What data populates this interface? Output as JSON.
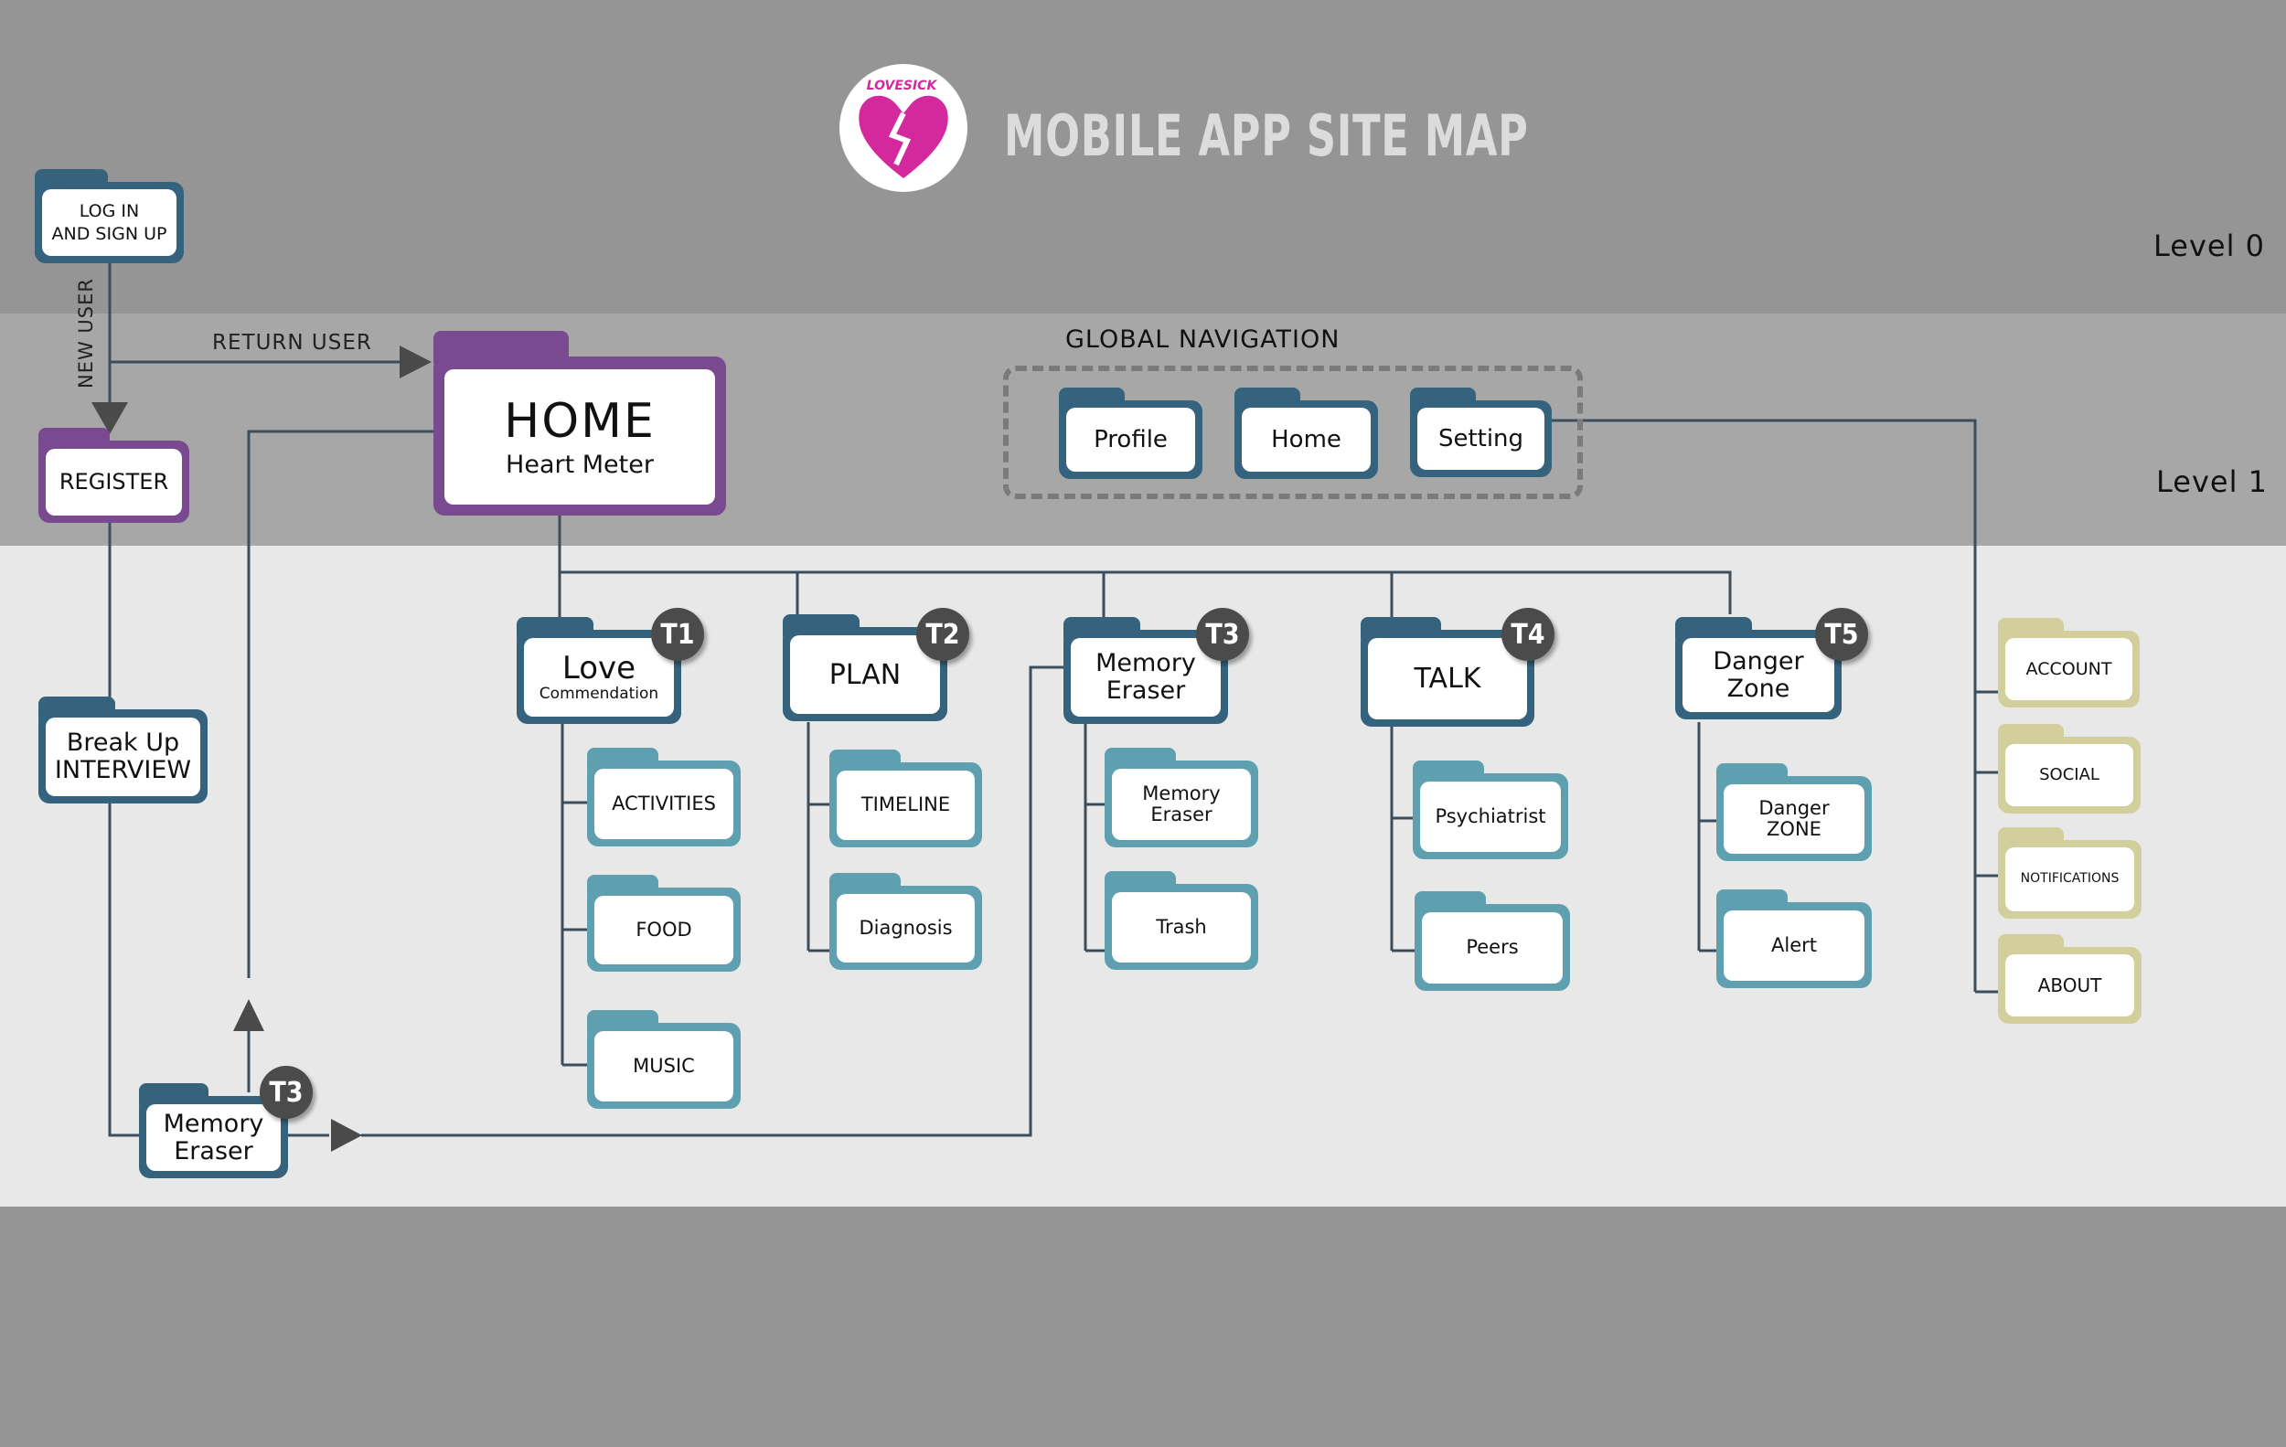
{
  "header": {
    "title": "MOBILE APP SITE MAP",
    "logo_text": "LOVESICK",
    "brand_color": "#d4299c"
  },
  "levels": {
    "level0": "Level 0",
    "level1": "Level 1"
  },
  "flow": {
    "login_l1": "LOG IN",
    "login_l2": "AND SIGN UP",
    "new_user": "NEW USER",
    "return_user": "RETURN USER",
    "register": "REGISTER",
    "breakup_l1": "Break Up",
    "breakup_l2": "INTERVIEW",
    "memory_l1": "Memory",
    "memory_l2": "Eraser",
    "memory_badge": "T3"
  },
  "home": {
    "title": "HOME",
    "subtitle": "Heart Meter"
  },
  "global_nav": {
    "title": "GLOBAL NAVIGATION",
    "items": [
      "Profile",
      "Home",
      "Setting"
    ]
  },
  "tabs": [
    {
      "badge": "T1",
      "label": "Love",
      "sublabel": "Commendation",
      "children": [
        "ACTIVITIES",
        "FOOD",
        "MUSIC"
      ]
    },
    {
      "badge": "T2",
      "label": "PLAN",
      "children": [
        "TIMELINE",
        "Diagnosis"
      ]
    },
    {
      "badge": "T3",
      "label_l1": "Memory",
      "label_l2": "Eraser",
      "children": [
        [
          "Memory",
          "Eraser"
        ],
        "Trash"
      ]
    },
    {
      "badge": "T4",
      "label": "TALK",
      "children": [
        "Psychiatrist",
        "Peers"
      ]
    },
    {
      "badge": "T5",
      "label_l1": "Danger",
      "label_l2": "Zone",
      "children": [
        [
          "Danger",
          "ZONE"
        ],
        "Alert"
      ]
    }
  ],
  "settings": [
    "ACCOUNT",
    "SOCIAL",
    "NOTIFICATIONS",
    "ABOUT"
  ],
  "colors": {
    "dark_folder": "#35627c",
    "light_folder": "#5fa0b0",
    "home_folder": "#7a4a91",
    "settings_folder": "#d3cf9c",
    "badge": "#4b4b4b"
  }
}
